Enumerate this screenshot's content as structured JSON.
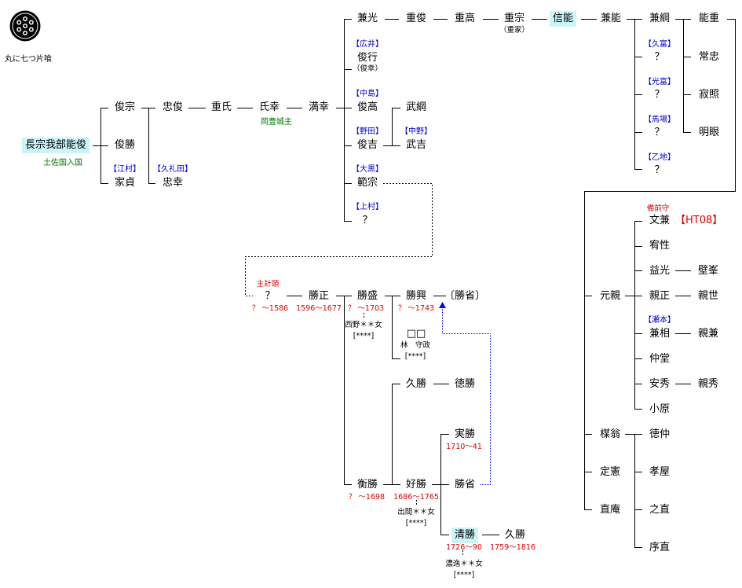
{
  "crest": {
    "icon": "family-crest-icon",
    "label": "丸に七つ片喰"
  },
  "root": {
    "name": "長宗我部能俊",
    "note": "土佐国入国"
  },
  "gen1": {
    "toshimune": "俊宗",
    "toshikatsu": "俊勝",
    "iesada": {
      "clan": "【江村】",
      "name": "家貞"
    }
  },
  "gen2": {
    "tadatoshi": "忠俊",
    "tadayuki": {
      "clan": "【久礼田】",
      "name": "忠幸"
    }
  },
  "gen3": {
    "shigeuji": "重氏"
  },
  "gen4": {
    "ujiyuki": "氏幸",
    "note": "岡豊城主"
  },
  "gen5": {
    "mitsuyuki": "満幸"
  },
  "gen6": {
    "kanemitsu": "兼光",
    "toshiyuki": {
      "clan": "【広井】",
      "name": "俊行",
      "alias": "（俊幸）"
    },
    "toshitaka": {
      "clan": "【中島】",
      "name": "俊高"
    },
    "toshiyoshi": {
      "clan": "【野田】",
      "name": "俊吉"
    },
    "norimune": {
      "clan": "【大黒】",
      "name": "範宗"
    },
    "unknown": {
      "clan": "【上村】",
      "name": "？"
    }
  },
  "gen7": {
    "taketsuna": "武綱",
    "takeyoshi": {
      "clan": "【中野】",
      "name": "武吉"
    }
  },
  "main_line": {
    "shigetoshi": "重俊",
    "shigetaka": "重高",
    "shigemune": {
      "name": "重宗",
      "alias": "（重家）"
    },
    "nobuyoshi": "信能",
    "kaneyoshi": "兼能"
  },
  "kanetsuna_gen": {
    "kanetsuna": "兼綱",
    "children": [
      {
        "clan": "【久富】",
        "name": "？"
      },
      {
        "clan": "【光富】",
        "name": "？"
      },
      {
        "clan": "【馬場】",
        "name": "？"
      },
      {
        "clan": "【乙地】",
        "name": "？"
      }
    ]
  },
  "yoshishige_gen": {
    "yoshishige": "能重",
    "children": [
      "常忠",
      "寂照",
      "明眼"
    ]
  },
  "motochika_gen": {
    "motochika": "元親",
    "children": [
      {
        "title": "備前守",
        "name": "文兼",
        "tag": "【HT08】"
      },
      {
        "name": "宥性"
      },
      {
        "name": "益光",
        "child": "壁峯"
      },
      {
        "name": "親正",
        "child": "親世"
      },
      {
        "clan": "【瀬本】",
        "name": "兼相",
        "child": "親兼"
      },
      {
        "name": "仲堂"
      },
      {
        "name": "安秀",
        "child": "親秀"
      },
      {
        "name": "小原"
      }
    ],
    "siblings": [
      "楳翁",
      "定憲",
      "直庵"
    ],
    "baiou_children": [
      "徳仲",
      "孝屋",
      "之直",
      "序直"
    ]
  },
  "lower": {
    "unknown": {
      "title": "主計頭",
      "name": "？",
      "dates": "？ ～1586"
    },
    "katsumasa": {
      "name": "勝正",
      "dates": "1596～1677"
    },
    "katsumori": {
      "name": "勝盛",
      "dates": "？ ～1703",
      "wife": "西野＊＊女",
      "wife_note": "[****]"
    },
    "katsuoki": {
      "name": "勝興",
      "dates": "？ ～1743"
    },
    "katsumi_ref": "〔勝省〕",
    "hayashi": {
      "name": "□□",
      "note": "林　守政",
      "note2": "[****]"
    },
    "hisakatsu": "久勝",
    "norikatsu": "徳勝",
    "hirakatsu": {
      "name": "衡勝",
      "dates": "？ ～1698"
    },
    "yoshikatsu": {
      "name": "好勝",
      "dates": "1686～1765",
      "wife": "出間＊＊女",
      "wife_note": "[****]"
    },
    "sanekatsu": {
      "name": "実勝",
      "dates": "1710～41"
    },
    "katsumi": "勝省",
    "kiyokatsu": {
      "name": "清勝",
      "dates": "1726～90",
      "wife": "濃逸＊＊女",
      "wife_note": "[****]"
    },
    "hisakatsu2": {
      "name": "久勝",
      "dates": "1759～1816"
    }
  }
}
